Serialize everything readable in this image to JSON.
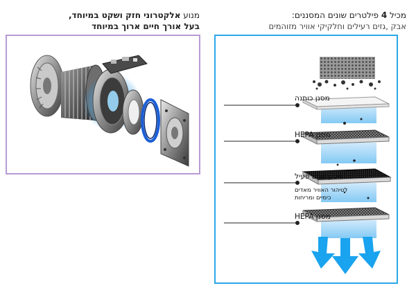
{
  "left_heading": {
    "line1_normal": "מנוע ",
    "line1_bold": "אלקטרוני חזק ושקט במיוחד,",
    "line2": "בעל אורך חיים ארוך במיוחד"
  },
  "right_heading": {
    "line1_pre": "מכיל ",
    "line1_bold": "4",
    "line1_post": " פילטרים שונים המסננים:",
    "line2": "אבק ,גזים רעילים וחלקיקי אוויר מזוהמים"
  },
  "filters": [
    {
      "label": "מסנן כותנה"
    },
    {
      "label": "מסנן HEPA"
    },
    {
      "label": "מסנן פחם פעיל",
      "sub1": "לטיהור האוויר מאדים",
      "sub2": "כימיים ומריחות"
    },
    {
      "label": "מסנן HEPA"
    }
  ],
  "colors": {
    "motor_border": "#b79ad3",
    "filter_border": "#2aa7e8",
    "arrow": "#1aa3ee"
  }
}
